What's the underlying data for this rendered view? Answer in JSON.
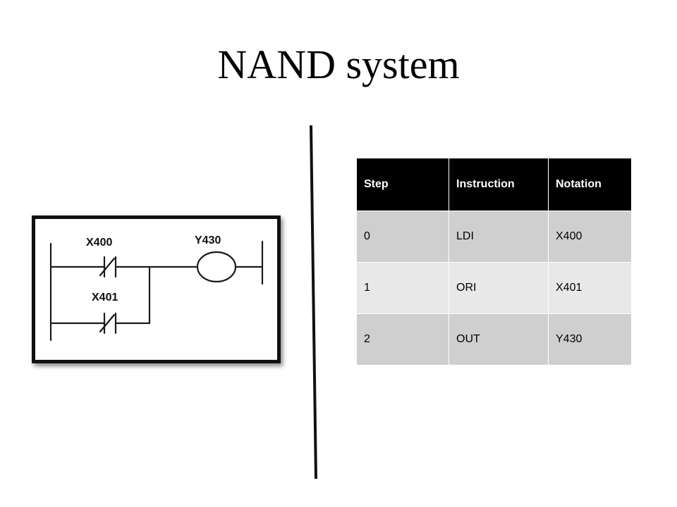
{
  "title": "NAND system",
  "ladder_diagram": {
    "contacts": [
      {
        "label": "X400",
        "type": "normally-closed"
      },
      {
        "label": "X401",
        "type": "normally-closed"
      }
    ],
    "output": {
      "label": "Y430",
      "type": "coil"
    }
  },
  "table": {
    "headers": [
      "Step",
      "Instruction",
      "Notation"
    ],
    "rows": [
      [
        "0",
        "LDI",
        "X400"
      ],
      [
        "1",
        "ORI",
        "X401"
      ],
      [
        "2",
        "OUT",
        "Y430"
      ]
    ]
  },
  "colors": {
    "header_bg": "#000000",
    "row_dark": "#cfcfcf",
    "row_light": "#e8e8e8"
  }
}
